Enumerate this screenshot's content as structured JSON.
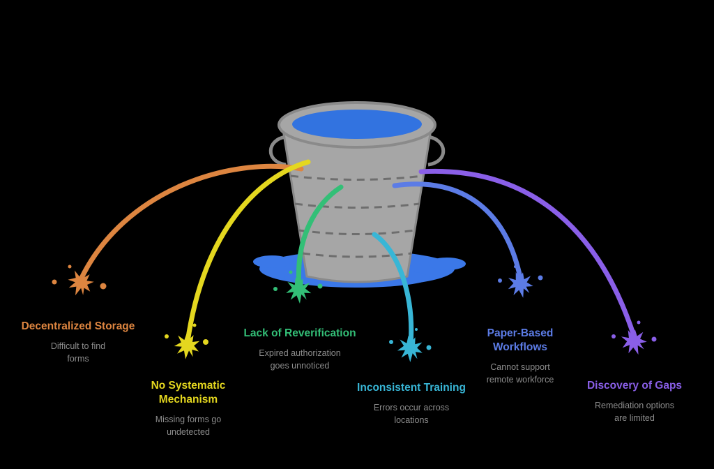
{
  "diagram": {
    "background": "#000000",
    "subtitle_color": "#8C8C8C",
    "bucket": {
      "body_color": "#A6A6A6",
      "outline_color": "#8A8A8A",
      "dash_color": "#6E6E6E",
      "water_color": "#3273E0",
      "puddle_color": "#3B78E8"
    },
    "items": [
      {
        "title": "Decentralized Storage",
        "subtitle": "Difficult to find forms",
        "color": "#DD8540"
      },
      {
        "title": "No Systematic Mechanism",
        "subtitle": "Missing forms go undetected",
        "color": "#E4D71F"
      },
      {
        "title": "Lack of Reverification",
        "subtitle": "Expired authorization goes unnoticed",
        "color": "#33BF77"
      },
      {
        "title": "Inconsistent Training",
        "subtitle": "Errors occur across locations",
        "color": "#38B6D6"
      },
      {
        "title": "Paper-Based Workflows",
        "subtitle": "Cannot support remote workforce",
        "color": "#5C7CE6"
      },
      {
        "title": "Discovery of Gaps",
        "subtitle": "Remediation options are limited",
        "color": "#8A5FE8"
      }
    ]
  }
}
